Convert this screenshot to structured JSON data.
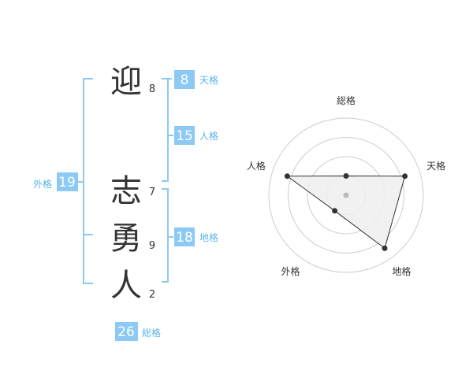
{
  "colors": {
    "bracket": "#8ccaf5",
    "box": "#8ccaf5",
    "label": "#5bb5ea",
    "text": "#333333",
    "radar_ring": "#cccccc",
    "radar_fill": "#efefef",
    "radar_line": "#333333",
    "radar_center": "#bbbbbb"
  },
  "characters": [
    {
      "char": "迎",
      "strokes": "8"
    },
    {
      "char": "志",
      "strokes": "7"
    },
    {
      "char": "勇",
      "strokes": "9"
    },
    {
      "char": "人",
      "strokes": "2"
    }
  ],
  "kakusu": {
    "tenkaku": {
      "value": "8",
      "label": "天格"
    },
    "jinkaku": {
      "value": "15",
      "label": "人格"
    },
    "chikaku": {
      "value": "18",
      "label": "地格"
    },
    "gaikaku": {
      "value": "19",
      "label": "外格"
    },
    "soukaku": {
      "value": "26",
      "label": "総格"
    }
  },
  "chart_data": {
    "type": "radar",
    "axes": [
      "総格",
      "天格",
      "地格",
      "外格",
      "人格"
    ],
    "values": [
      0.25,
      0.8,
      0.85,
      0.25,
      0.8
    ],
    "max": 1,
    "rings": 4
  }
}
